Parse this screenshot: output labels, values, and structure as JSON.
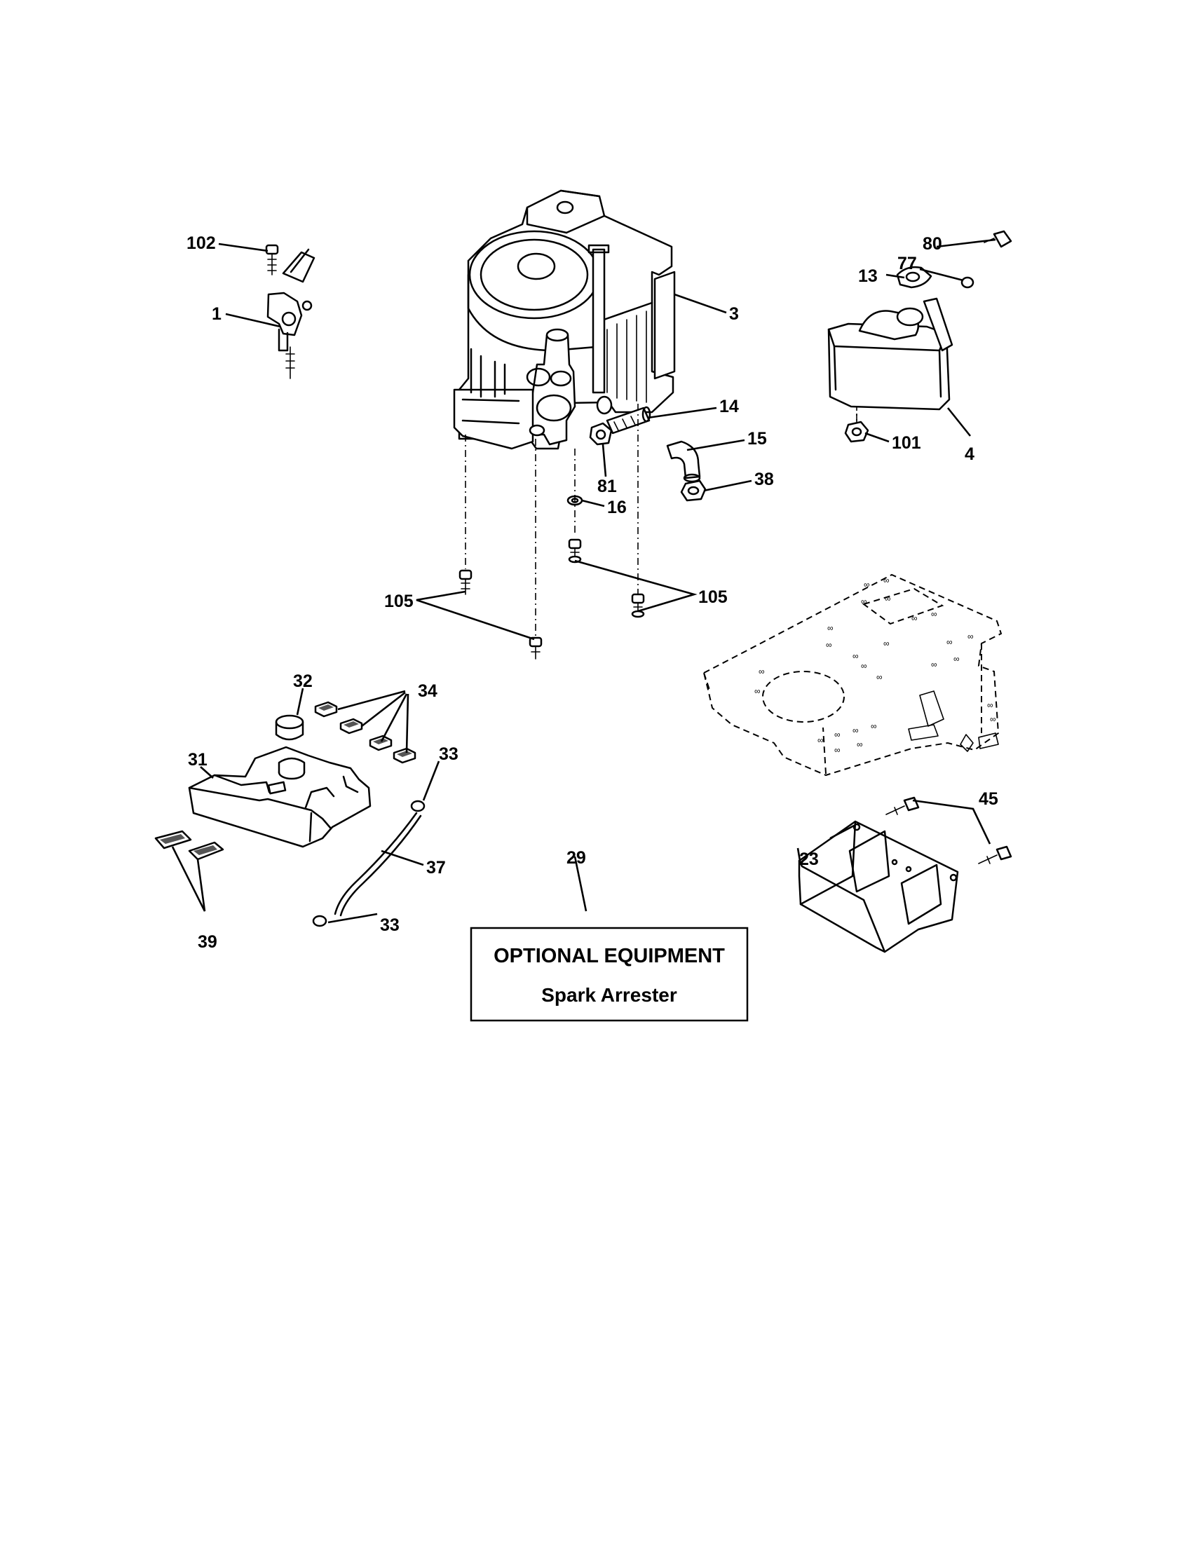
{
  "callouts": {
    "c102": "102",
    "c1": "1",
    "c3": "3",
    "c14": "14",
    "c15": "15",
    "c81": "81",
    "c38": "38",
    "c16": "16",
    "c105a": "105",
    "c105b": "105",
    "c80": "80",
    "c77": "77",
    "c13": "13",
    "c101": "101",
    "c4": "4",
    "c32": "32",
    "c34": "34",
    "c31": "31",
    "c33a": "33",
    "c33b": "33",
    "c37": "37",
    "c39": "39",
    "c29": "29",
    "c45": "45",
    "c23": "23"
  },
  "optional_box": {
    "title": "OPTIONAL EQUIPMENT",
    "subtitle": "Spark Arrester"
  }
}
